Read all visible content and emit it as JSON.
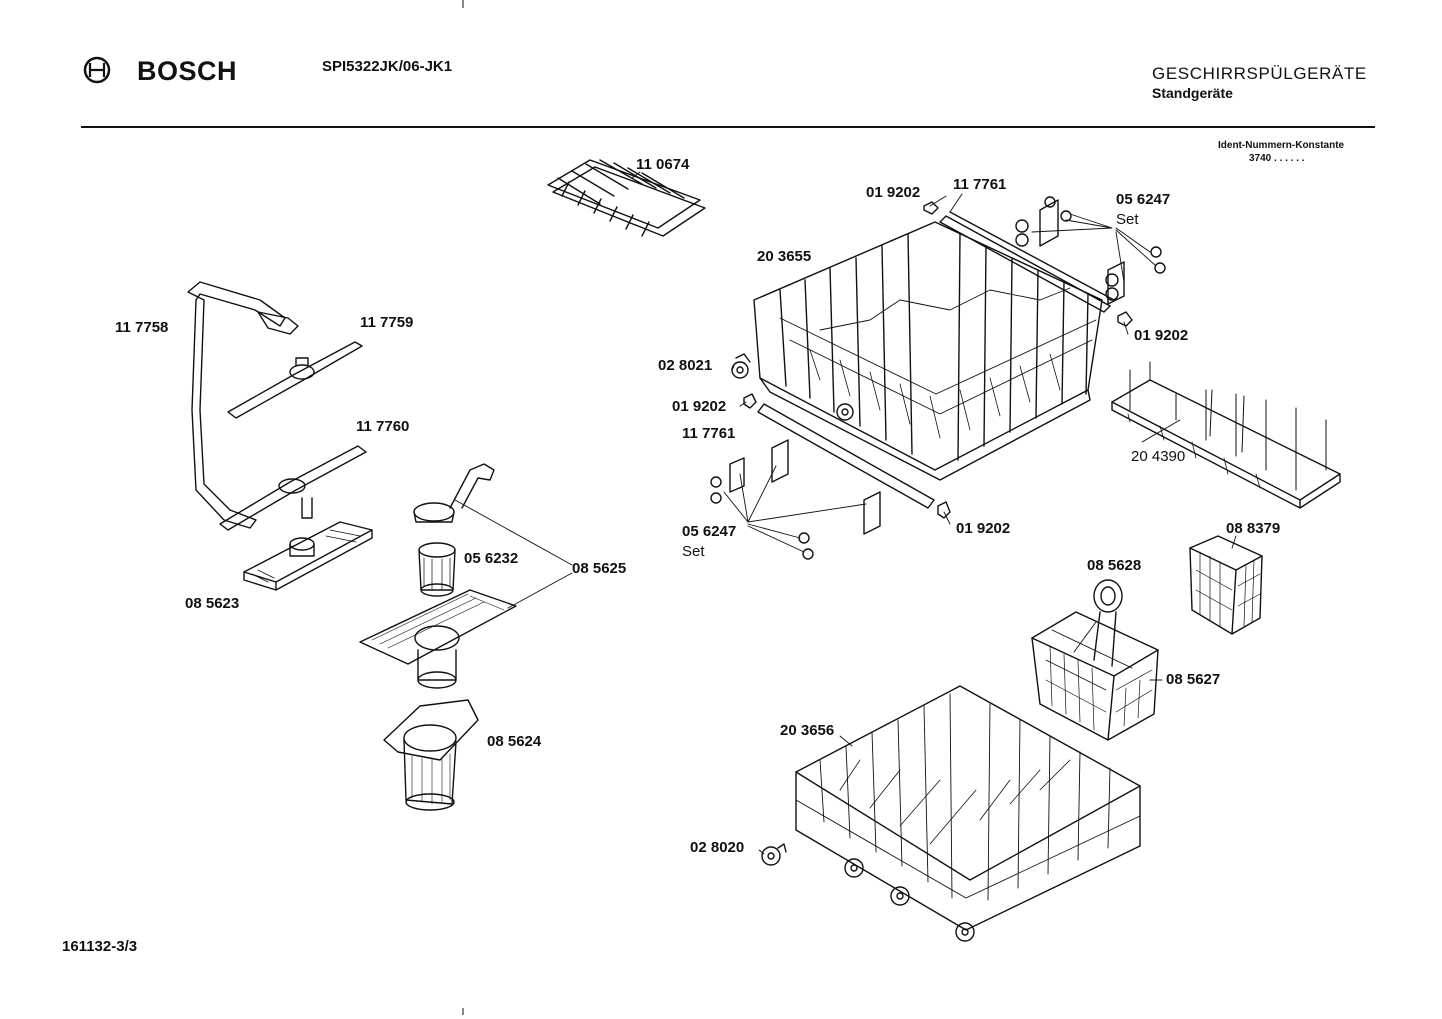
{
  "header": {
    "brand": "BOSCH",
    "model": "SPI5322JK/06-JK1",
    "category": "GESCHIRRSPÜLGERÄTE",
    "subcategory": "Standgeräte",
    "ident_label": "Ident-Nummern-Konstante",
    "ident_value": "3740  . .  . . . ."
  },
  "footer": {
    "drawing_number": "161132-3/3"
  },
  "parts": {
    "p110674": "11 0674",
    "p117758": "11 7758",
    "p117759": "11 7759",
    "p117760": "11 7760",
    "p085623": "08 5623",
    "p056232": "05 6232",
    "p085625": "08 5625",
    "p085624": "08 5624",
    "p019202_a": "01 9202",
    "p117761_a": "11 7761",
    "p056247_a": "05 6247",
    "set_a": "Set",
    "p203655": "20 3655",
    "p019202_b": "01 9202",
    "p028021": "02 8021",
    "p019202_c": "01 9202",
    "p117761_b": "11 7761",
    "p056247_b": "05 6247",
    "set_b": "Set",
    "p019202_d": "01 9202",
    "p204390": "20 4390",
    "p088379": "08 8379",
    "p085628": "08 5628",
    "p085627": "08 5627",
    "p203656": "20 3656",
    "p028020": "02 8020"
  }
}
